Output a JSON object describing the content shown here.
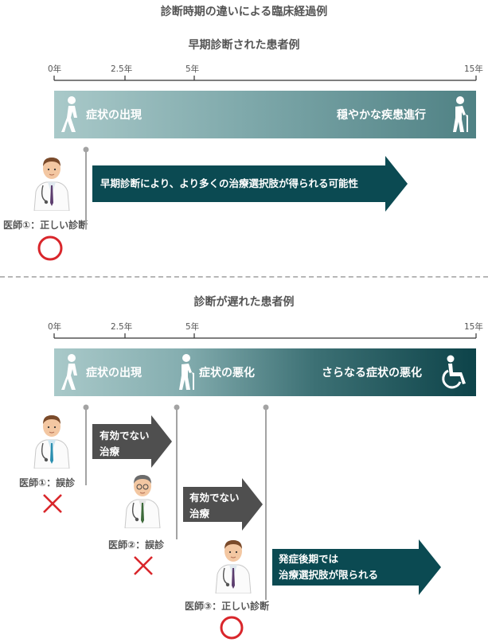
{
  "main_title": "診断時期の違いによる臨床経過例",
  "top": {
    "title": "早期診断された患者例",
    "ticks": [
      "0年",
      "2.5年",
      "5年",
      "15年"
    ],
    "band": {
      "left_label": "症状の出現",
      "right_label": "穏やかな疾患進行"
    },
    "arrow_text": "早期診断により、より多くの治療選択肢が得られる可能性",
    "doctor_label": "医師①：正しい診断"
  },
  "bottom": {
    "title": "診断が遅れた患者例",
    "ticks": [
      "0年",
      "2.5年",
      "5年",
      "15年"
    ],
    "band": {
      "label1": "症状の出現",
      "label2": "症状の悪化",
      "label3": "さらなる症状の悪化"
    },
    "arrow1_line1": "有効でない",
    "arrow1_line2": "治療",
    "arrow2_line1": "有効でない",
    "arrow2_line2": "治療",
    "arrow3_line1": "発症後期では",
    "arrow3_line2": "治療選択肢が限られる",
    "doctor1_label": "医師①：誤診",
    "doctor2_label": "医師②：誤診",
    "doctor3_label": "医師③：正しい診断"
  },
  "colors": {
    "correct": "#d9262b",
    "wrong": "#d9262b",
    "dark_teal": "#0b4a52",
    "gray_arrow": "#4f4f4f"
  },
  "icons": [
    "walking-person-icon",
    "elderly-cane-icon",
    "wheelchair-icon",
    "doctor-avatar",
    "circle-mark-icon",
    "cross-mark-icon"
  ]
}
